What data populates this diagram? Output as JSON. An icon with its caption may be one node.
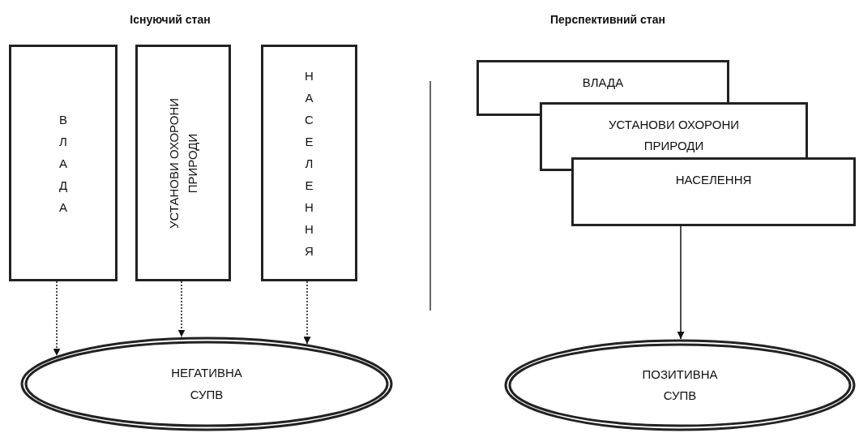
{
  "diagram": {
    "nodes": [
      {
        "text": [
          "ВЛАДА"
        ]
      },
      {
        "text": [
          "УСТАНОВИ ОХОРОНИ ПРИРОДИ"
        ]
      },
      {
        "text": [
          "НАСЕЛЕННЯ"
        ]
      },
      {
        "text": [
          "НЕГАТИВНА СУПВ"
        ]
      },
      {
        "text": [
          "ВЛАДА"
        ]
      },
      {
        "text": [
          "УСТАНОВИ ОХОРОНИ ПРИРОДИ"
        ]
      },
      {
        "text": [
          "НАСЕЛЕННЯ"
        ]
      },
      {
        "text": [
          "ПОЗИТИВНА СУПВ"
        ]
      }
    ],
    "edges": [
      {
        "from": 0,
        "to": 3,
        "arrow": "to",
        "style": "dashed"
      },
      {
        "from": 1,
        "to": 3,
        "arrow": "to",
        "style": "dashed"
      },
      {
        "from": 2,
        "to": 3,
        "arrow": "to",
        "style": "dashed"
      },
      {
        "from": 6,
        "to": 7,
        "arrow": "to"
      }
    ],
    "labels": [
      "Існуючий стан",
      "Перспективний стан"
    ]
  }
}
